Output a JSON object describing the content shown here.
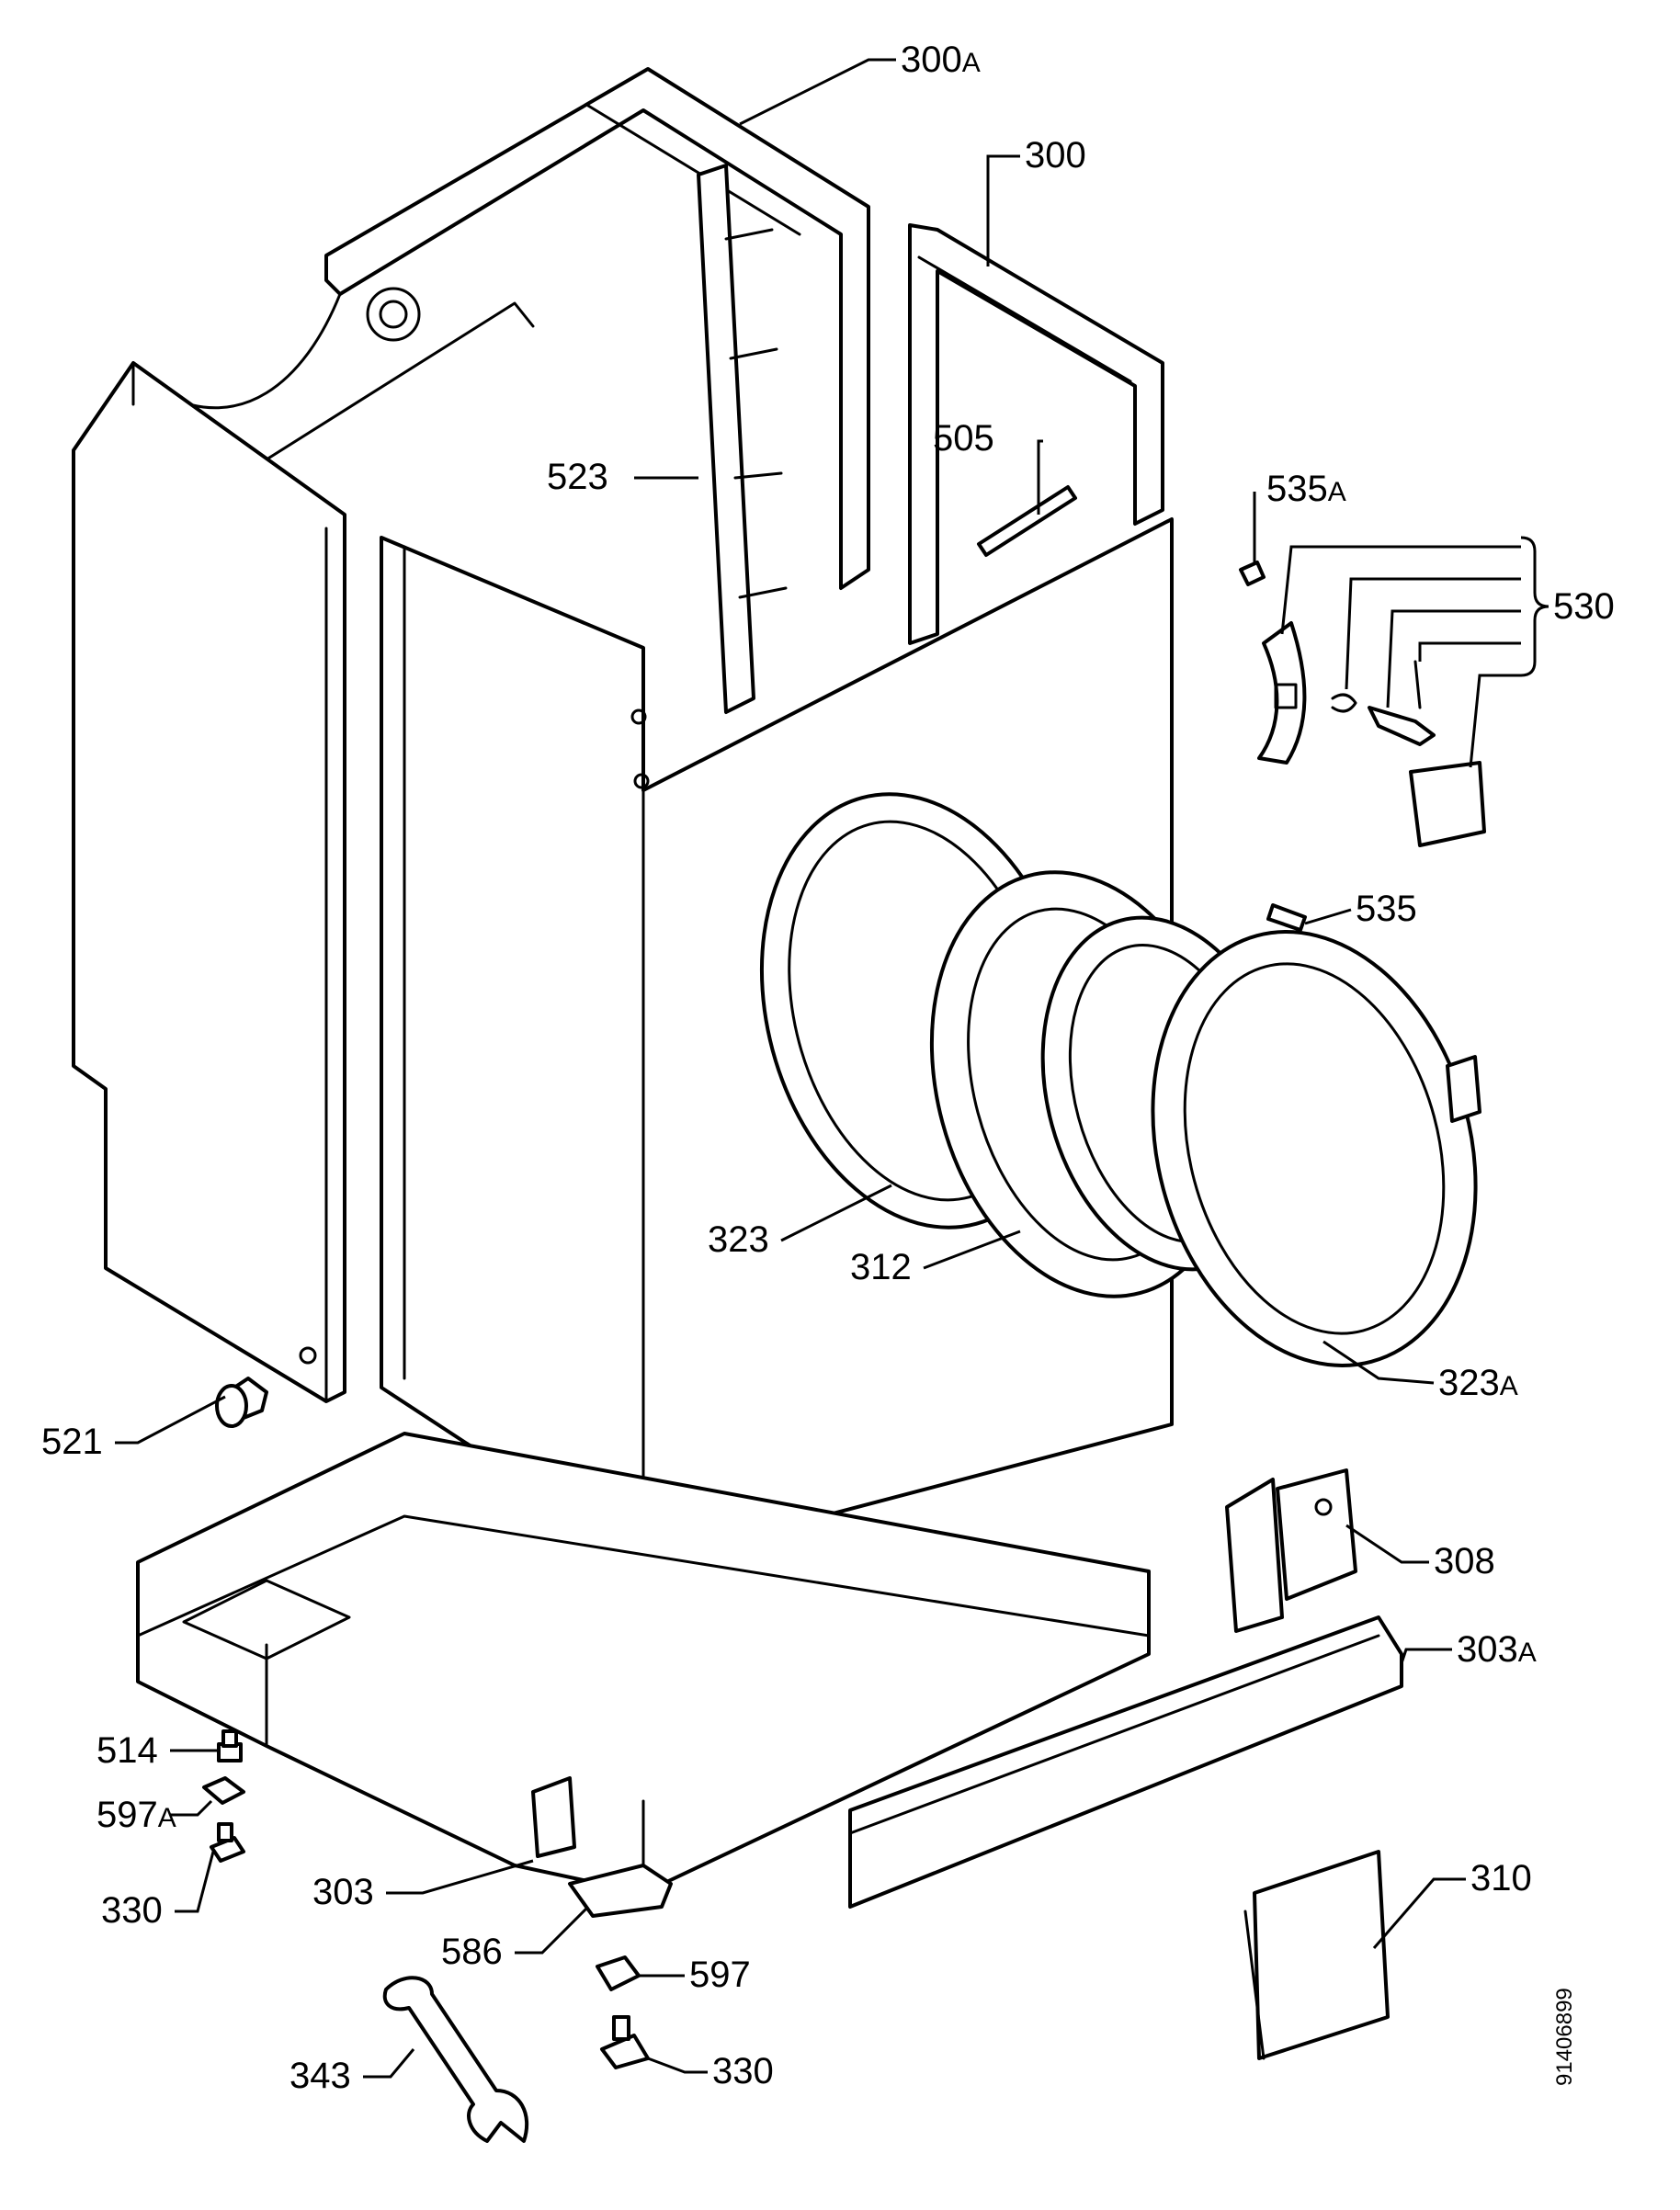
{
  "labels": {
    "l300a": {
      "num": "300",
      "suffix": "A"
    },
    "l300": {
      "num": "300",
      "suffix": ""
    },
    "l505": {
      "num": "505",
      "suffix": ""
    },
    "l523": {
      "num": "523",
      "suffix": ""
    },
    "l535a": {
      "num": "535",
      "suffix": "A"
    },
    "l530": {
      "num": "530",
      "suffix": ""
    },
    "l535": {
      "num": "535",
      "suffix": ""
    },
    "l323": {
      "num": "323",
      "suffix": ""
    },
    "l312": {
      "num": "312",
      "suffix": ""
    },
    "l323a": {
      "num": "323",
      "suffix": "A"
    },
    "l521": {
      "num": "521",
      "suffix": ""
    },
    "l308": {
      "num": "308",
      "suffix": ""
    },
    "l303a": {
      "num": "303",
      "suffix": "A"
    },
    "l514": {
      "num": "514",
      "suffix": ""
    },
    "l597a": {
      "num": "597",
      "suffix": "A"
    },
    "l330a": {
      "num": "330",
      "suffix": ""
    },
    "l303": {
      "num": "303",
      "suffix": ""
    },
    "l586": {
      "num": "586",
      "suffix": ""
    },
    "l310": {
      "num": "310",
      "suffix": ""
    },
    "l597": {
      "num": "597",
      "suffix": ""
    },
    "l343": {
      "num": "343",
      "suffix": ""
    },
    "l330b": {
      "num": "330",
      "suffix": ""
    }
  },
  "doc_number": "91406899"
}
